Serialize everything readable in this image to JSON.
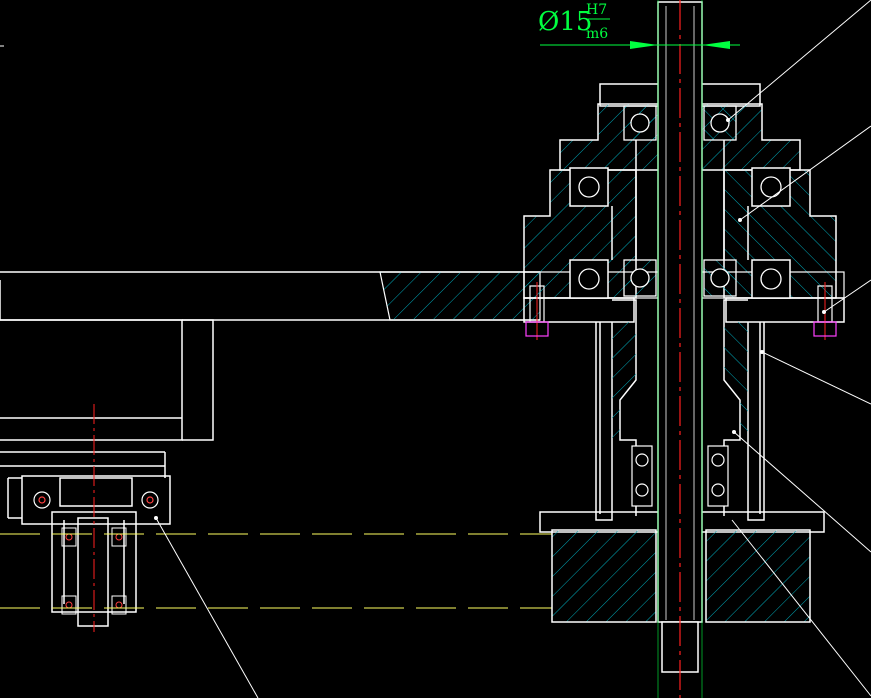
{
  "dimension": {
    "prefix": "Ø",
    "value": "15",
    "tolerance_upper": "H7",
    "tolerance_lower": "m6"
  },
  "colors": {
    "background": "#000000",
    "outline": "#ffffff",
    "hatch": "#00a8b8",
    "centerline": "#ff2020",
    "dimension": "#00ff40",
    "hidden_line": "#ffff60",
    "fastener": "#ff40ff",
    "leader": "#ffffff"
  }
}
